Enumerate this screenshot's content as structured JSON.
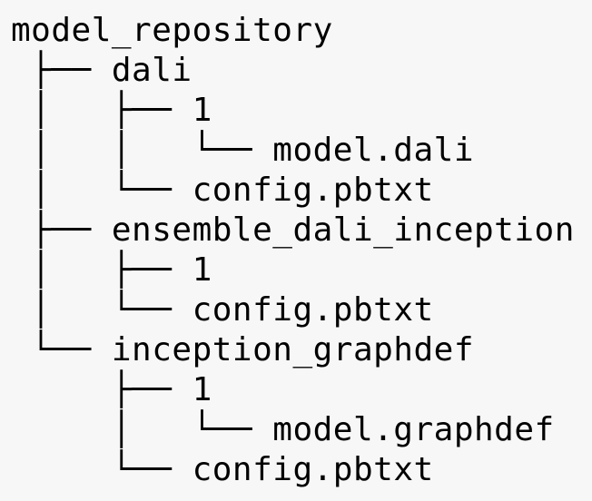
{
  "tree": {
    "root": "model_repository",
    "lines": [
      {
        "prefix": " ├── ",
        "name": "dali"
      },
      {
        "prefix": " │   ├── ",
        "name": "1"
      },
      {
        "prefix": " │   │   └── ",
        "name": "model.dali"
      },
      {
        "prefix": " │   └── ",
        "name": "config.pbtxt"
      },
      {
        "prefix": " ├── ",
        "name": "ensemble_dali_inception"
      },
      {
        "prefix": " │   ├── ",
        "name": "1"
      },
      {
        "prefix": " │   └── ",
        "name": "config.pbtxt"
      },
      {
        "prefix": " └── ",
        "name": "inception_graphdef"
      },
      {
        "prefix": "     ├── ",
        "name": "1"
      },
      {
        "prefix": "     │   └── ",
        "name": "model.graphdef"
      },
      {
        "prefix": "     └── ",
        "name": "config.pbtxt"
      }
    ]
  }
}
